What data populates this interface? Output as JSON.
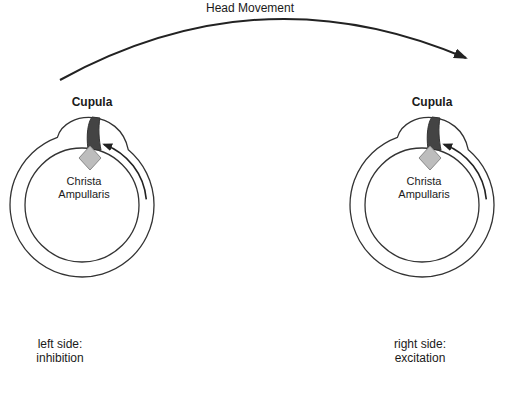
{
  "diagram": {
    "labels": [
      "Head Movement",
      "Cupula",
      "Christa Ampullaris",
      "Cupula",
      "Christa Ampullaris",
      "left side: inhibition",
      "right side: excitation"
    ]
  }
}
